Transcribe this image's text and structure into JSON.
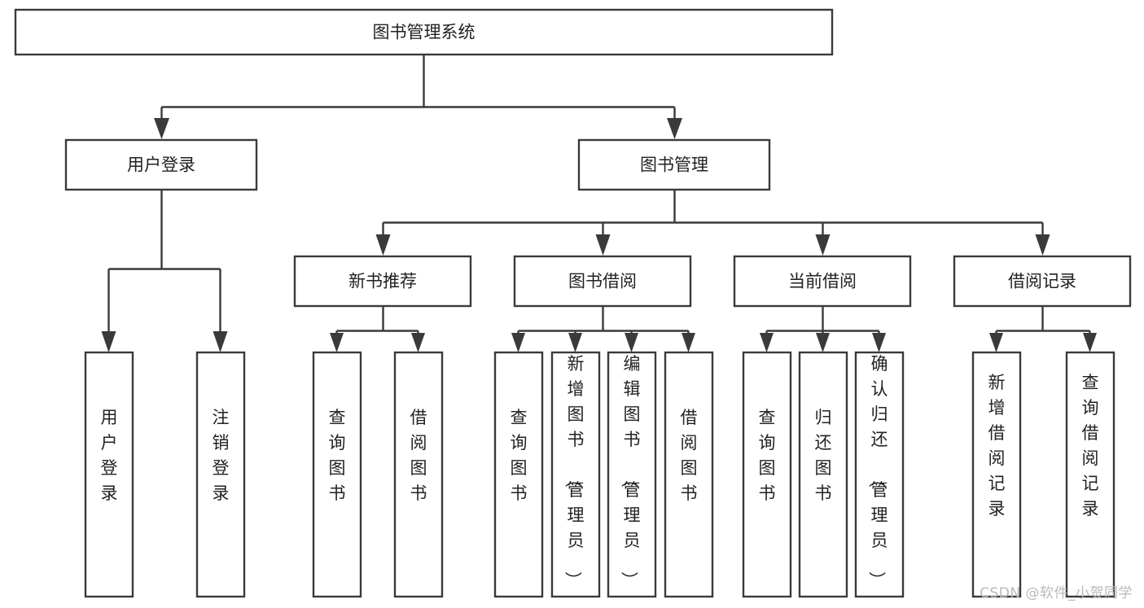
{
  "diagram": {
    "title": "图书管理系统",
    "type": "tree",
    "watermark": "CSDN @软件_小贺同学",
    "colors": {
      "box_stroke": "#3a3a3a",
      "box_fill": "#ffffff",
      "text": "#222222",
      "connector": "#3a3a3a",
      "watermark": "#b9b9b9",
      "background": "#ffffff"
    },
    "root": {
      "label": "图书管理系统",
      "orientation": "horizontal"
    },
    "level2": [
      {
        "label": "用户登录",
        "orientation": "horizontal"
      },
      {
        "label": "图书管理",
        "orientation": "horizontal"
      }
    ],
    "level3": [
      {
        "label": "新书推荐",
        "orientation": "horizontal",
        "parent": "图书管理"
      },
      {
        "label": "图书借阅",
        "orientation": "horizontal",
        "parent": "图书管理"
      },
      {
        "label": "当前借阅",
        "orientation": "horizontal",
        "parent": "图书管理"
      },
      {
        "label": "借阅记录",
        "orientation": "horizontal",
        "parent": "图书管理"
      }
    ],
    "leaves": {
      "用户登录": [
        {
          "label": "用户登录",
          "orientation": "vertical"
        },
        {
          "label": "注销登录",
          "orientation": "vertical"
        }
      ],
      "新书推荐": [
        {
          "label": "查询图书",
          "orientation": "vertical"
        },
        {
          "label": "借阅图书",
          "orientation": "vertical"
        }
      ],
      "图书借阅": [
        {
          "label": "查询图书",
          "orientation": "vertical"
        },
        {
          "label": "新增图书（管理员）",
          "orientation": "vertical"
        },
        {
          "label": "编辑图书（管理员）",
          "orientation": "vertical"
        },
        {
          "label": "借阅图书",
          "orientation": "vertical"
        }
      ],
      "当前借阅": [
        {
          "label": "查询图书",
          "orientation": "vertical"
        },
        {
          "label": "归还图书",
          "orientation": "vertical"
        },
        {
          "label": "确认归还（管理员）",
          "orientation": "vertical"
        }
      ],
      "借阅记录": [
        {
          "label": "新增借阅记录",
          "orientation": "vertical"
        },
        {
          "label": "查询借阅记录",
          "orientation": "vertical"
        }
      ]
    }
  }
}
